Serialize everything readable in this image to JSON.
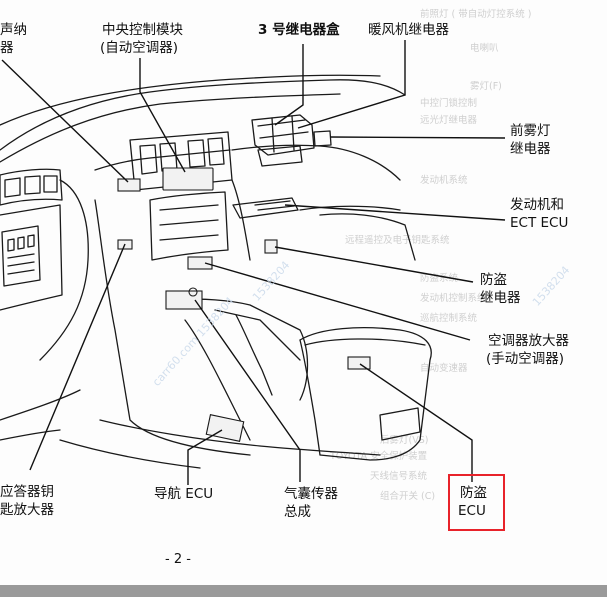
{
  "labels": {
    "top_left": "声纳",
    "top_left_2": "器",
    "central_module_l1": "中央控制模块",
    "central_module_l2": "(自动空调器)",
    "relay_box_3": "3 号继电器盒",
    "blower_relay": "暖风机继电器",
    "front_fog_l1": "前雾灯",
    "front_fog_l2": "继电器",
    "engine_ecu_l1": "发动机和",
    "engine_ecu_l2": "ECT ECU",
    "antitheft_relay_l1": "防盗",
    "antitheft_relay_l2": "继电器",
    "ac_amp_l1": "空调器放大器",
    "ac_amp_l2": "(手动空调器)",
    "transponder_l1": "应答器钥",
    "transponder_l2": "匙放大器",
    "nav_ecu": "导航 ECU",
    "airbag_l1": "气囊传器",
    "airbag_l2": "总成",
    "antitheft_ecu_l1": "防盗",
    "antitheft_ecu_l2": "ECU"
  },
  "page_number": "- 2 -",
  "watermarks": [
    "carr60.com 1538204",
    "1538204",
    "1538204"
  ],
  "highlight_color": "#e8232a"
}
